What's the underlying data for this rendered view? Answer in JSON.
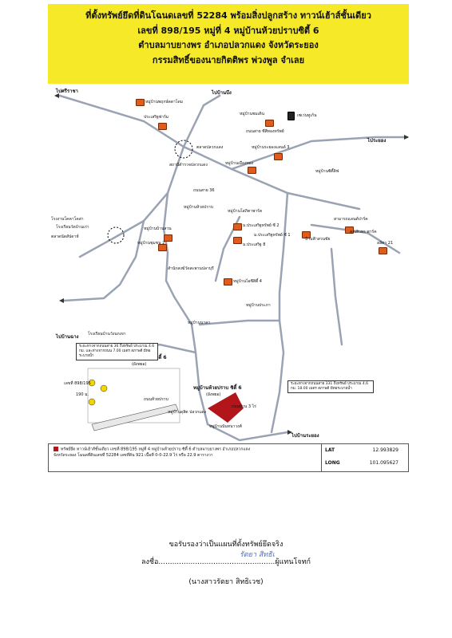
{
  "header": {
    "line1": "ที่ตั้งทรัพย์ยึดที่ดินโฉนดเลขที่  52284 พร้อมสิ่งปลูกสร้าง  ทาวน์เฮ้าส์ชั้นเดียว",
    "line2": "เลขที่ 898/195  หมู่ที่ 4  หมู่บ้านห้วยปราบซิตี้ 6",
    "line3": "ตำบลมาบยางพร  อำเภอปลวกแดง   จังหวัดระยอง",
    "line4": "กรรมสิทธิ์ของนายกิตติพร  พ่วงพูล  จำเลย"
  },
  "map": {
    "labels": {
      "to_sriracha": "ไปศรีราชา",
      "to_ban_bueng": "ไปบ้านบึง",
      "to_rayong_top": "ไประยอง",
      "to_ban_khai": "ไปบ้านฉาง",
      "to_rayong_bottom": "ไปบ้านระยอง",
      "village_top": "หมู่บ้านพฤกษ์ลดาโดม",
      "school": "ประเสริฐฟาร์ม",
      "village_a": "หมู่บ้านชมเดิน",
      "seven_eleven": "เซเว่นทูเก้น",
      "road_top": "ถนนสาย ซีสีทองทรัพย์",
      "police": "ตลาดปลวกแดง",
      "station": "สถานีตำรวจปลวกแดง",
      "village_b": "หมู่บ้านระยองแลนด์ 3",
      "village_c": "หมู่บ้านเมืองทอง",
      "road_name_1": "ถนนสาย 36",
      "village_huaiprab": "หมู่บ้านห้วยปราบ",
      "village_d": "หมู่บ้านบ้านสวน",
      "village_e": "หมู่บ้านชุมชน 2",
      "hospital": "โรงเรียนวัดบ้านเก่า",
      "village_f": "ม.ประเสริฐทรัพย์ ซี 2",
      "village_g": "ม.ประเสริฐ 8",
      "village_h": "ม.ประเสริฐทรัพย์ ซี 1",
      "village_i": "บ้านฟ้าสวนชัย",
      "village_j": "หมู่บ้านซิตี้ลิฟ",
      "village_k": "สามารถแลนด์ปาร์ค",
      "village_l": "คุณสิวพร พาร์ค",
      "village_m": "ลลิตา 21",
      "village_n": "หมู่บ้านโสภิตาพาร์ค",
      "factory": "โรงงานโคคาโคล่า",
      "market": "ตลาดนัดสัปดาห์",
      "temple": "สำนักสงฆ์วัดสะพานปลาบุรี",
      "village_o": "หมู่บ้านไอซีสิตี้ 4",
      "village_p": "หมู่บ้านประภา",
      "village_q": "หมู่บ้านนาคา",
      "school2": "โรงเรียนบ้านวังนกเขา",
      "village_r": "หมู่บ้านห้วยปราบ ซิตี้ 6",
      "village_r_sub": "(ผังพยอ)",
      "village_s": "หมู่บ้านห้วยปราบ ซิตี้ 6",
      "village_s_sub": "(ผังพยอ)",
      "village_t": "หมู่บ้านดุสิต ปลวกแดง",
      "village_u": "หมู่บ้านนันทนาวงศ์",
      "plot_no": "เลขที่ 898/195",
      "plot_190": "190 ม.",
      "road_1": "ถนนห้วยปราบ",
      "road_2": "ถนนบ้าน 3 ไร่",
      "callout_left": "ระยะทางจากถนนสาย 36 ถึงทรัพย์ ประมาณ 4.6 กม. และห่างจากถนน 7.00 เมตร สภาพดี มีท่อระบายน้ำ",
      "callout_right": "ระยะทางจากถนนสาย 331 ถึงทรัพย์ ประมาณ 4.6 กม. 18.00 เมตร สภาพดี มีท่อระบายน้ำ"
    }
  },
  "legend": {
    "text_line1": "ทรัพย์ยึด  ทาวน์เฮ้าส์ชั้นเดียว เลขที่ 898/195 หมู่ที่ 4 หมู่บ้านห้วยปราบ ซิตี้ 6 ตำบลมาบยางพร อำเภอปลวกแดง",
    "text_line2": "จังหวัดระยอง โฉนดที่ดินเลขที่ 52284 เลขที่ดิน 921 เนื้อที่ 0-0-22.9 ไร่ หรือ 22.9 ตารางวา",
    "lat_label": "LAT",
    "lat_value": "12.993829",
    "long_label": "LONG",
    "long_value": "101.095627",
    "swatch_color": "#b3161a"
  },
  "signature": {
    "certify": "ขอรับรองว่าเป็นแผนที่ตั้งทรัพย์ยึดจริง",
    "sign_line": "ลงชื่อ...................................................ผู้แทนโจทก์",
    "scrawl": "รัตยา  สิทธิเ",
    "name": "(นางสาวรัตยา  สิทธิเวช)"
  }
}
